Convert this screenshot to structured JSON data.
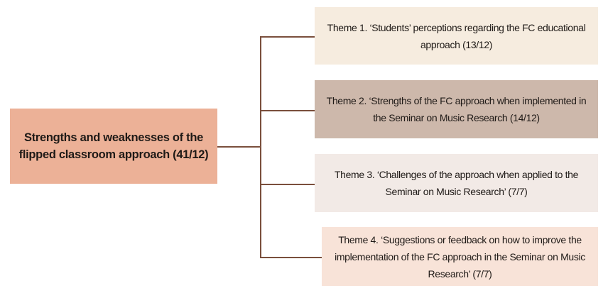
{
  "diagram": {
    "root": {
      "label": "Strengths and weaknesses of the flipped classroom approach (41/12)",
      "color": "#ecb197"
    },
    "themes": [
      {
        "label": "Theme 1. ‘Students’ perceptions regarding the FC educational approach (13/12)",
        "color": "#f6ecdf"
      },
      {
        "label": "Theme 2. ‘Strengths of the FC approach when implemented in the Seminar on Music Research (14/12)",
        "color": "#cdb8ab"
      },
      {
        "label": "Theme 3. ‘Challenges of the approach when applied to the Seminar on Music Research’ (7/7)",
        "color": "#f2eae6"
      },
      {
        "label": "Theme 4. ‘Suggestions or feedback on how to improve the implementation of the FC approach in the Seminar on Music Research’ (7/7)",
        "color": "#f8e3d8"
      }
    ],
    "connector_color": "#7a4f3c"
  }
}
